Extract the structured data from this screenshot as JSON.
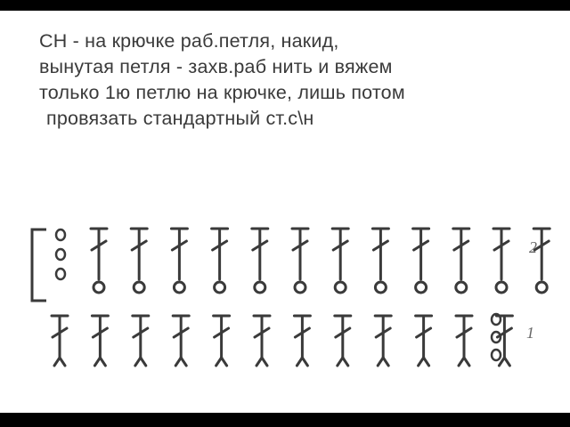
{
  "instruction": {
    "lines": [
      "СН - на крючке раб.петля, накид,",
      "вынутая петля - захв.раб нить и вяжем",
      "только 1ю петлю на крючке, лишь потом",
      "провязать стандартный ст.с\\н"
    ]
  },
  "scheme": {
    "rows": [
      {
        "label": "2",
        "stitch": "special-dc",
        "stitch_count": 12,
        "turning_chains": 3,
        "turning_side": "left"
      },
      {
        "label": "1",
        "stitch": "special-dc",
        "stitch_count": 12,
        "turning_chains": 3,
        "turning_side": "right"
      }
    ]
  },
  "colors": {
    "ink": "#3a3a3a",
    "background": "#ffffff",
    "frame": "#000000"
  }
}
